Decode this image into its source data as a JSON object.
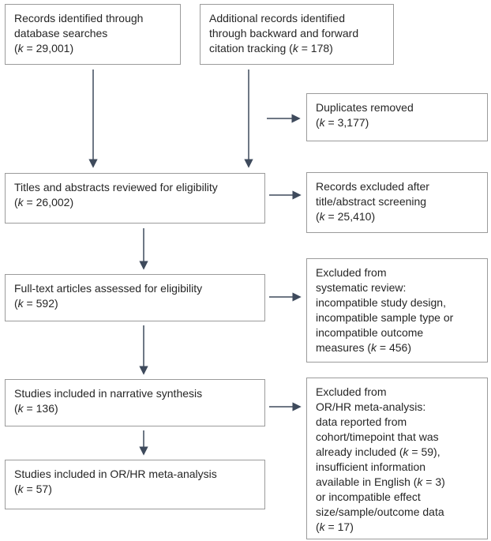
{
  "diagram": {
    "kind": "study-selection-flowchart",
    "colors": {
      "background": "#ffffff",
      "box_border": "#9b9b9b",
      "text": "#262626",
      "arrow": "#3e4a5c"
    },
    "boxes": {
      "records_identified": {
        "text": "Records identified through\ndatabase searches\n(k = 29,001)",
        "k": "29,001"
      },
      "additional_records": {
        "text": "Additional records identified\nthrough backward and forward\ncitation tracking (k = 178)",
        "k": "178"
      },
      "duplicates_removed": {
        "text": "Duplicates removed\n(k = 3,177)",
        "k": "3,177"
      },
      "titles_abstracts": {
        "text": "Titles and abstracts reviewed for eligibility\n(k = 26,002)",
        "k": "26,002"
      },
      "records_excluded_screening": {
        "text": "Records excluded after\ntitle/abstract screening\n(k = 25,410)",
        "k": "25,410"
      },
      "full_text_assessed": {
        "text": "Full-text articles assessed for eligibility\n(k = 592)",
        "k": "592"
      },
      "excluded_systematic_review": {
        "text": "Excluded from\nsystematic review:\nincompatible study design,\nincompatible sample type or\nincompatible outcome\nmeasures (k = 456)",
        "k": "456"
      },
      "narrative_synthesis": {
        "text": "Studies included in narrative synthesis\n(k = 136)",
        "k": "136"
      },
      "excluded_meta_analysis": {
        "text": "Excluded from\nOR/HR meta-analysis:\ndata reported from\ncohort/timepoint that was\nalready included (k = 59),\ninsufficient information\navailable in English (k = 3)\nor incompatible effect\nsize/sample/outcome data\n(k = 17)",
        "k_values": [
          "59",
          "3",
          "17"
        ]
      },
      "meta_analysis_included": {
        "text": "Studies included in OR/HR meta-analysis\n(k = 57)",
        "k": "57"
      }
    },
    "arrows": [
      {
        "from": "records_identified",
        "to": "titles_abstracts"
      },
      {
        "from": "additional_records",
        "to": "titles_abstracts"
      },
      {
        "from": "flow",
        "to": "duplicates_removed"
      },
      {
        "from": "titles_abstracts",
        "to": "records_excluded_screening"
      },
      {
        "from": "titles_abstracts",
        "to": "full_text_assessed"
      },
      {
        "from": "full_text_assessed",
        "to": "excluded_systematic_review"
      },
      {
        "from": "full_text_assessed",
        "to": "narrative_synthesis"
      },
      {
        "from": "narrative_synthesis",
        "to": "excluded_meta_analysis"
      },
      {
        "from": "narrative_synthesis",
        "to": "meta_analysis_included"
      }
    ]
  }
}
